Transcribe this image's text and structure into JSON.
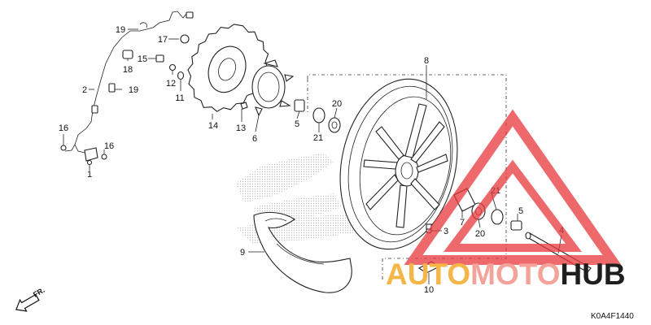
{
  "diagram_code": "K0A4F1440",
  "direction_label": "FR.",
  "watermark": {
    "text_part1": "AUTO",
    "text_part2": "MOTO",
    "text_part3": "HUB",
    "color_part1": "#f5b547",
    "color_part2": "#f4a39a",
    "color_part3": "#1e1e1e",
    "triangle_color": "#e8373a"
  },
  "callouts": [
    {
      "id": "c19a",
      "label": "19"
    },
    {
      "id": "c17",
      "label": "17"
    },
    {
      "id": "c18",
      "label": "18"
    },
    {
      "id": "c15",
      "label": "15"
    },
    {
      "id": "c2",
      "label": "2"
    },
    {
      "id": "c19b",
      "label": "19"
    },
    {
      "id": "c12",
      "label": "12"
    },
    {
      "id": "c11",
      "label": "11"
    },
    {
      "id": "c14",
      "label": "14"
    },
    {
      "id": "c13",
      "label": "13"
    },
    {
      "id": "c6",
      "label": "6"
    },
    {
      "id": "c16a",
      "label": "16"
    },
    {
      "id": "c16b",
      "label": "16"
    },
    {
      "id": "c1",
      "label": "1"
    },
    {
      "id": "c8",
      "label": "8"
    },
    {
      "id": "c5a",
      "label": "5"
    },
    {
      "id": "c21a",
      "label": "21"
    },
    {
      "id": "c20a",
      "label": "20"
    },
    {
      "id": "c21b",
      "label": "21"
    },
    {
      "id": "c7",
      "label": "7"
    },
    {
      "id": "c20b",
      "label": "20"
    },
    {
      "id": "c5b",
      "label": "5"
    },
    {
      "id": "c3",
      "label": "3"
    },
    {
      "id": "c4",
      "label": "4"
    },
    {
      "id": "c9",
      "label": "9"
    },
    {
      "id": "c10",
      "label": "10"
    }
  ]
}
